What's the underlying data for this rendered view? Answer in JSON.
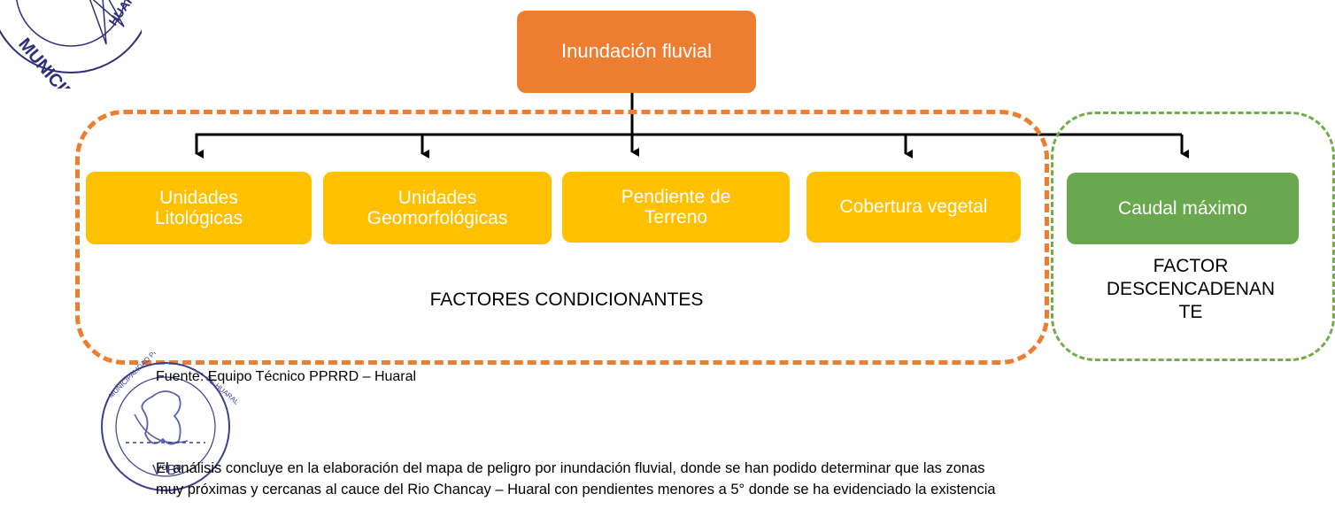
{
  "diagram": {
    "root": "Inundación fluvial",
    "conditioning_factors": [
      {
        "line1": "Unidades",
        "line2": "Litológicas"
      },
      {
        "line1": "Unidades",
        "line2": "Geomorfológicas"
      },
      {
        "line1": "Pendiente de",
        "line2": "Terreno"
      },
      {
        "line1": "Cobertura vegetal",
        "line2": ""
      }
    ],
    "conditioning_group_label": "FACTORES CONDICIONANTES",
    "trigger_factor": "Caudal máximo",
    "trigger_group_label": {
      "line1": "FACTOR",
      "line2": "DESCENCADENAN",
      "line3": "TE"
    }
  },
  "colors": {
    "root": "#ED7D31",
    "conditioning": "#FFC000",
    "trigger": "#6AA84F",
    "conditioning_border": "#ED7D31",
    "trigger_border": "#70AD47"
  },
  "source_caption": "Fuente: Equipo Técnico PPRRD – Huaral",
  "body_text": {
    "line1": "El análisis concluye en la elaboración del mapa de peligro por inundación fluvial, donde se han podido determinar que las zonas",
    "line2": "muy próximas y cercanas al cauce del Rio Chancay – Huaral con pendientes menores a 5° donde se ha evidenciado la existencia"
  },
  "stamp_bottom_text": "VºBº"
}
